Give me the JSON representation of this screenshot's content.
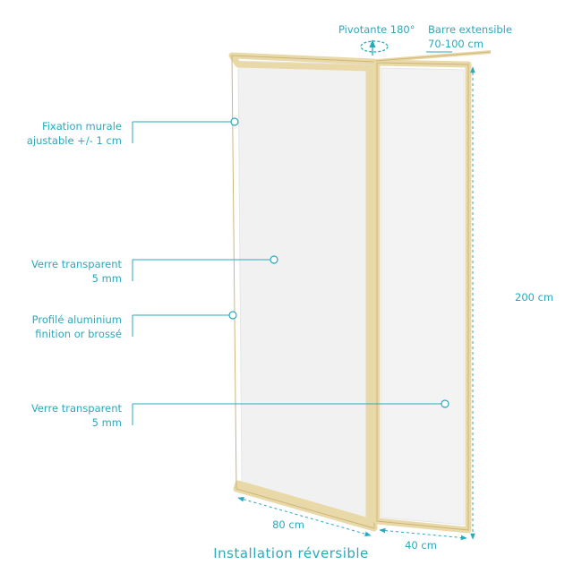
{
  "colors": {
    "accent": "#2aa9bd",
    "frame_gold": "#e9d9a8",
    "frame_gold_dark": "#cdb57a",
    "glass": "#f1f1f1",
    "glass_edge": "#e4e4e4"
  },
  "callouts": {
    "wall_fixing": "Fixation murale\najustable +/- 1 cm",
    "glass_1": "Verre transparent\n5 mm",
    "profile": "Profilé aluminium\nfinition or brossé",
    "glass_2": "Verre transparent\n5 mm"
  },
  "top_labels": {
    "pivot": "Pivotante 180°",
    "bar": "Barre extensible\n70-100 cm"
  },
  "dimensions": {
    "height": "200 cm",
    "width_main": "80 cm",
    "width_panel": "40 cm"
  },
  "footer": "Installation réversible"
}
